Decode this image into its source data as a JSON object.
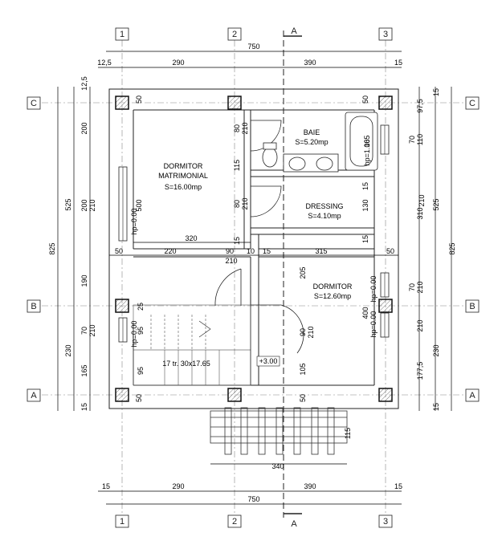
{
  "axes": {
    "numbers": [
      "1",
      "2",
      "3"
    ],
    "letters": [
      "C",
      "B",
      "A"
    ]
  },
  "section_mark": "A",
  "top_dims": {
    "total": "750",
    "parts": [
      "12,5",
      "290",
      "390",
      "15"
    ]
  },
  "bottom_dims": {
    "total": "750",
    "parts": [
      "15",
      "290",
      "390",
      "15"
    ]
  },
  "left_dims": {
    "total": "825",
    "mid": [
      "525",
      "230"
    ],
    "inner": [
      "12,5",
      "200",
      "200",
      "210",
      "190",
      "70",
      "210",
      "165",
      "15"
    ]
  },
  "right_dims": {
    "total": "825",
    "mid": [
      "525",
      "230"
    ],
    "inner": [
      "15",
      "97,5",
      "110",
      "70",
      "310",
      "210",
      "70",
      "210",
      "177,5",
      "15"
    ]
  },
  "rooms": {
    "dormitor_matrimonial": {
      "name1": "DORMITOR",
      "name2": "MATRIMONIAL",
      "area": "S=16.00mp"
    },
    "baie": {
      "name": "BAIE",
      "area": "S=5.20mp"
    },
    "dressing": {
      "name": "DRESSING",
      "area": "S=4.10mp"
    },
    "dormitor": {
      "name": "DORMITOR",
      "area": "S=12.60mp"
    }
  },
  "inner_dims": {
    "row_top": [
      "320"
    ],
    "row_mid": [
      "50",
      "220",
      "90",
      "10",
      "15",
      "315",
      "50"
    ],
    "vertical": [
      "80",
      "210",
      "115",
      "80",
      "210",
      "15",
      "130",
      "15",
      "15",
      "205",
      "400",
      "90",
      "210",
      "105",
      "95",
      "95",
      "25",
      "50",
      "50",
      "50",
      "50",
      "165",
      "210",
      "500",
      "210",
      "200",
      "70",
      "70"
    ]
  },
  "sill_labels": [
    "hp=0.00",
    "hp=0.00",
    "hp=0.00",
    "hp=0.00",
    "hp=1.00"
  ],
  "door_label": "210",
  "stair_label": "17 tr. 30x17.65",
  "level_label": "+3.00",
  "terrace": {
    "width": "340",
    "height": "115"
  },
  "bath_dim": "165"
}
